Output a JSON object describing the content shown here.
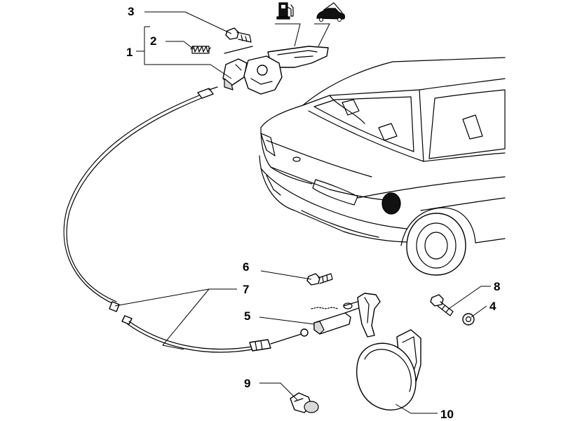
{
  "callouts": {
    "c1": "1",
    "c2": "2",
    "c3": "3",
    "c4": "4",
    "c5": "5",
    "c6": "6",
    "c7": "7",
    "c8": "8",
    "c9": "9",
    "c10": "10"
  },
  "icons": {
    "fuel": "fuel-pump-icon",
    "trunk": "car-trunk-icon"
  }
}
